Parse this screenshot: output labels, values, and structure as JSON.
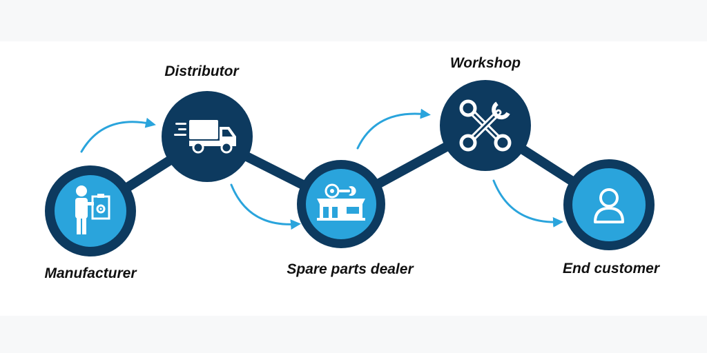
{
  "nodes": [
    {
      "id": "manufacturer",
      "label": "Manufacturer",
      "icon": "manufacturer-person-clipboard-icon"
    },
    {
      "id": "distributor",
      "label": "Distributor",
      "icon": "delivery-truck-icon"
    },
    {
      "id": "spare-parts-dealer",
      "label": "Spare parts dealer",
      "icon": "parts-shop-icon"
    },
    {
      "id": "workshop",
      "label": "Workshop",
      "icon": "wrench-spanner-icon"
    },
    {
      "id": "end-customer",
      "label": "End customer",
      "icon": "user-icon"
    }
  ],
  "colors": {
    "node_dark": "#0d3a5f",
    "node_light": "#2aa4dc",
    "arrow": "#2aa4dc",
    "text": "#111111"
  }
}
